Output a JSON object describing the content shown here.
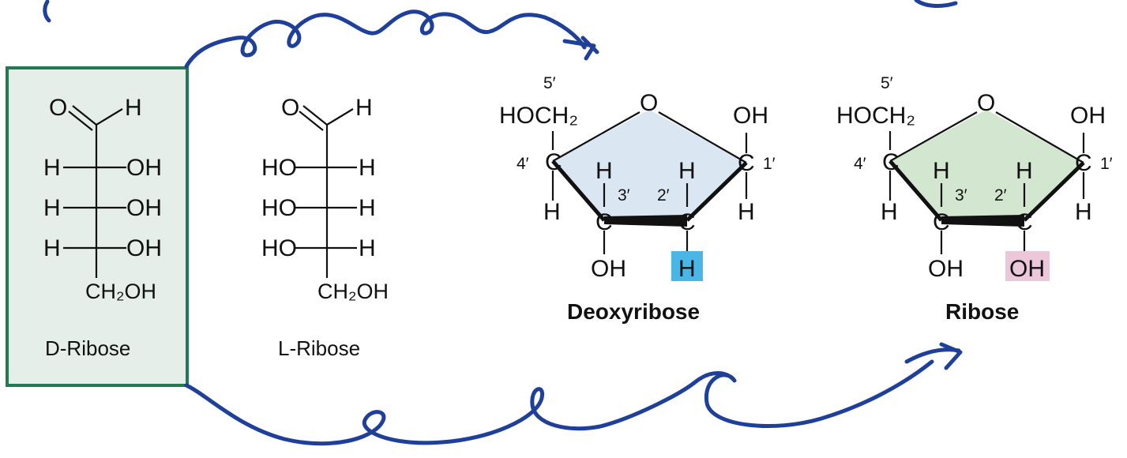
{
  "fischer": [
    {
      "name": "D-Ribose",
      "rows": [
        {
          "left": "H",
          "right": "OH"
        },
        {
          "left": "H",
          "right": "OH"
        },
        {
          "left": "H",
          "right": "OH"
        }
      ],
      "top_o": "O",
      "top_h": "H",
      "bottom": "CH₂OH"
    },
    {
      "name": "L-Ribose",
      "rows": [
        {
          "left": "HO",
          "right": "H"
        },
        {
          "left": "HO",
          "right": "H"
        },
        {
          "left": "HO",
          "right": "H"
        }
      ],
      "top_o": "O",
      "top_h": "H",
      "bottom": "CH₂OH"
    }
  ],
  "rings": [
    {
      "name": "Deoxyribose",
      "fill": "#dbe6f3",
      "highlight_text": "H",
      "highlight_color": "#49b6e6",
      "o": "O",
      "c5": "HOCH₂",
      "c1_top": "OH",
      "c1_bottom": "H",
      "c4_bottom": "H",
      "c3_top": "H",
      "c3_bottom": "OH",
      "c2_top": "H",
      "carbon": "C",
      "p5": "5′",
      "p4": "4′",
      "p3": "3′",
      "p2": "2′",
      "p1": "1′"
    },
    {
      "name": "Ribose",
      "fill": "#d3e6cf",
      "highlight_text": "OH",
      "highlight_color": "#ecc7da",
      "o": "O",
      "c5": "HOCH₂",
      "c1_top": "OH",
      "c1_bottom": "H",
      "c4_bottom": "H",
      "c3_top": "H",
      "c3_bottom": "OH",
      "c2_top": "H",
      "carbon": "C",
      "p5": "5′",
      "p4": "4′",
      "p3": "3′",
      "p2": "2′",
      "p1": "1′"
    }
  ],
  "colors": {
    "box_border": "#237a52",
    "box_fill": "#e6eeea",
    "ink": "#1e3f9a"
  }
}
